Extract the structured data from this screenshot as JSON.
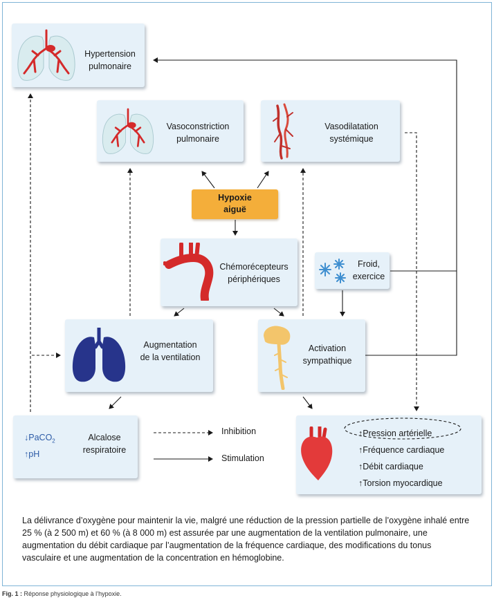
{
  "nodes": {
    "hypertension": {
      "line1": "Hypertension",
      "line2": "pulmonaire"
    },
    "vasoconstriction": {
      "line1": "Vasoconstriction",
      "line2": "pulmonaire"
    },
    "vasodilatation": {
      "line1": "Vasodilatation",
      "line2": "systémique"
    },
    "hypoxie": {
      "line1": "Hypoxie",
      "line2": "aiguë"
    },
    "chemorecepteurs": {
      "line1": "Chémorécepteurs",
      "line2": "périphériques"
    },
    "froid": {
      "line1": "Froid,",
      "line2": "exercice"
    },
    "ventilation": {
      "line1": "Augmentation",
      "line2": "de la ventilation"
    },
    "sympathique": {
      "line1": "Activation",
      "line2": "sympathique"
    },
    "alcalose": {
      "paco2_arrow": "↓",
      "paco2": "PaCO",
      "paco2_sub": "2",
      "ph_arrow": "↑",
      "ph": "pH",
      "line1": "Alcalose",
      "line2": "respiratoire"
    },
    "coeur": {
      "items": [
        {
          "arrow": "↑",
          "text": "Pression artérielle"
        },
        {
          "arrow": "↑",
          "text": "Fréquence cardiaque"
        },
        {
          "arrow": "↑",
          "text": "Débit cardiaque"
        },
        {
          "arrow": "↑",
          "text": "Torsion myocardique"
        }
      ]
    }
  },
  "legend": {
    "inhibition": "Inhibition",
    "stimulation": "Stimulation"
  },
  "caption": "La délivrance d’oxygène pour maintenir la vie, malgré une réduction de la pression partielle de l’oxygène inhalé entre 25 % (à 2 500 m) et 60 % (à 8 000 m) est assurée par une augmentation de la ventilation pulmonaire, une augmentation du débit cardiaque par l’augmentation de la fréquence cardiaque, des modifications du tonus vasculaire et une augmentation de la concentration en hémoglobine.",
  "figure": {
    "label": "Fig. 1 :",
    "title": "Réponse physiologique à l’hypoxie."
  },
  "colors": {
    "box_bg": "#e6f1f9",
    "hypoxie_bg": "#f4ae3a",
    "lung_blue": "#27348b",
    "vessel_red": "#d42a2a",
    "nerve_yellow": "#f3c56b",
    "frame": "#7fb4d6"
  }
}
